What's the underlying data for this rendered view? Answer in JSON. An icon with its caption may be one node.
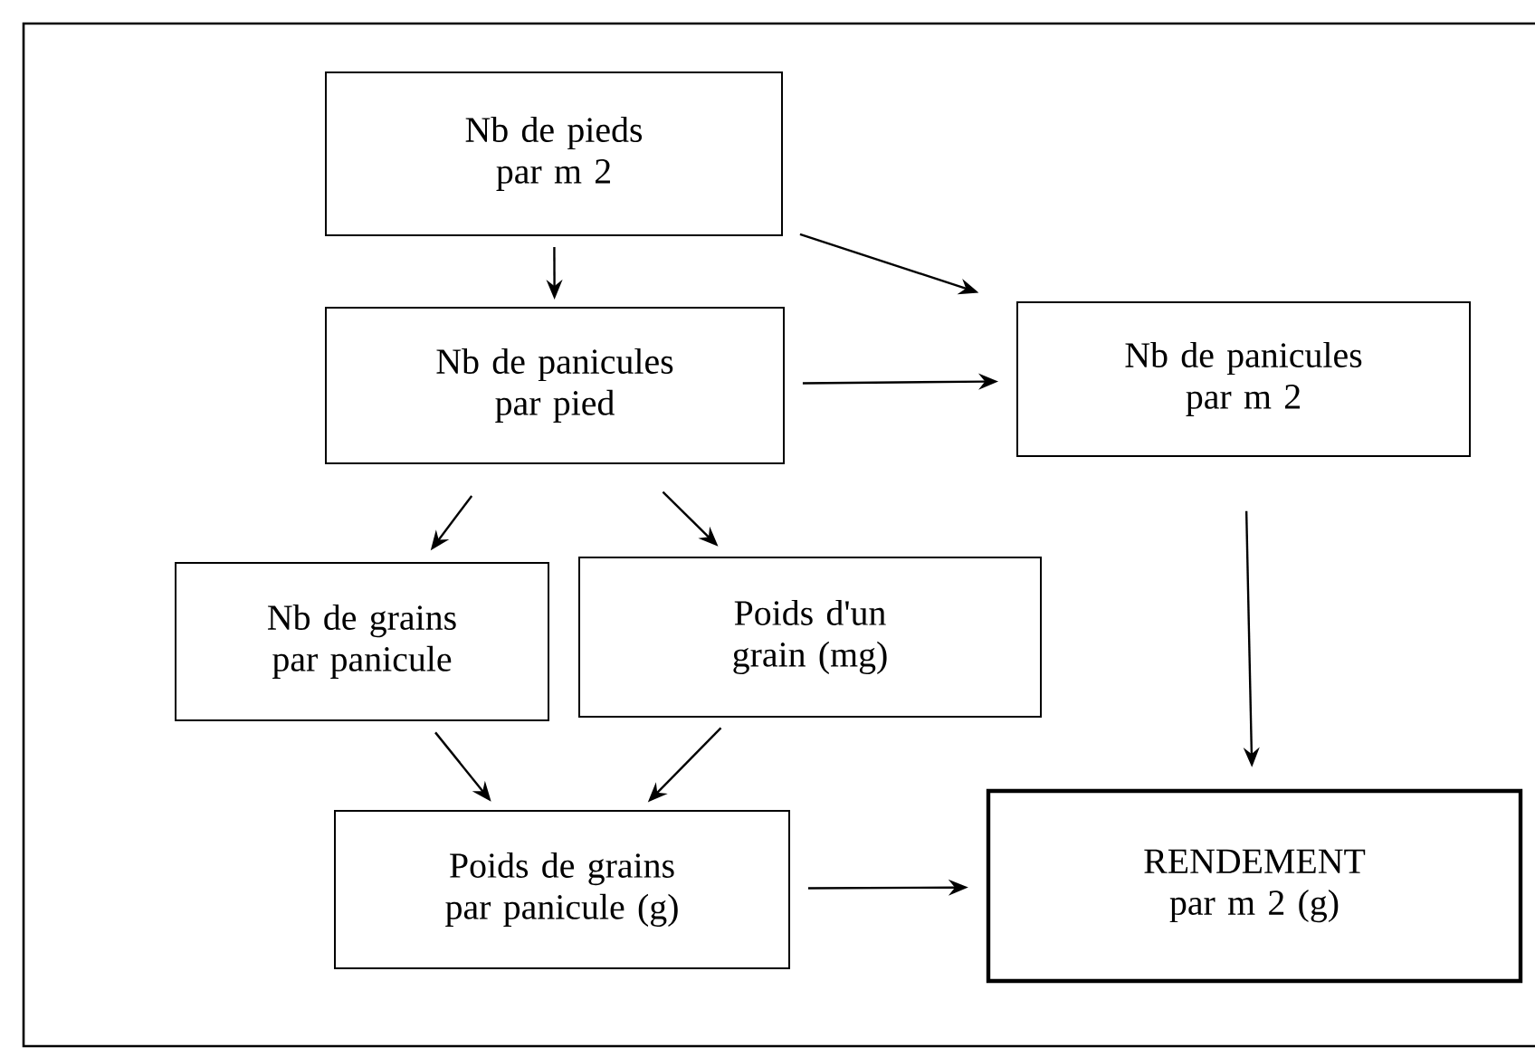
{
  "diagram": {
    "nodes": [
      {
        "text": [
          "Nb de pieds par m 2"
        ]
      },
      {
        "text": [
          "Nb de panicules par pied"
        ]
      },
      {
        "text": [
          "Nb de panicules par m 2"
        ]
      },
      {
        "text": [
          "Nb de grains par panicule"
        ]
      },
      {
        "text": [
          "Poids d'un grain (mg)"
        ]
      },
      {
        "text": [
          "Poids de grains par panicule (g)"
        ]
      },
      {
        "text": [
          "RENDEMENT par m 2 (g)"
        ]
      }
    ],
    "edges": [
      {
        "from": 0,
        "to": 1,
        "arrow": "to"
      },
      {
        "from": 0,
        "to": 2,
        "arrow": "to"
      },
      {
        "from": 1,
        "to": 2,
        "arrow": "to"
      },
      {
        "from": 1,
        "to": 3,
        "arrow": "to"
      },
      {
        "from": 1,
        "to": 4,
        "arrow": "to"
      },
      {
        "from": 3,
        "to": 5,
        "arrow": "to"
      },
      {
        "from": 4,
        "to": 5,
        "arrow": "to"
      },
      {
        "from": 2,
        "to": 6,
        "arrow": "to"
      },
      {
        "from": 5,
        "to": 6,
        "arrow": "to"
      }
    ]
  }
}
